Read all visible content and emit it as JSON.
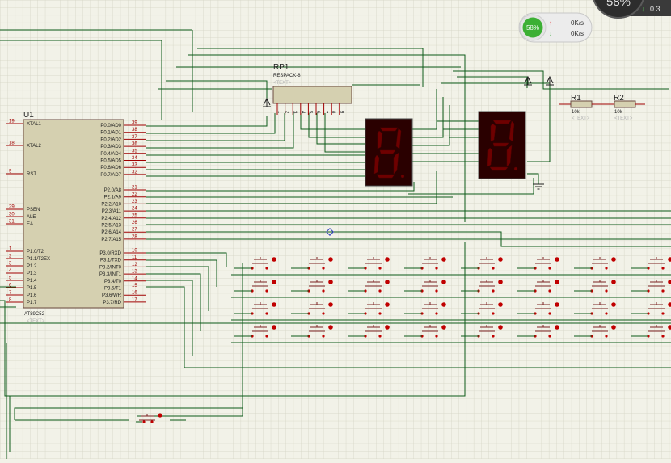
{
  "chip": {
    "ref": "U1",
    "part": "AT89C52",
    "placeholder": "<TEXT>",
    "left_pins": [
      {
        "num": "19",
        "name": "XTAL1"
      },
      {
        "num": "18",
        "name": "XTAL2"
      },
      {
        "num": "9",
        "name": "RST"
      },
      {
        "num": "29",
        "name": "PSEN"
      },
      {
        "num": "30",
        "name": "ALE"
      },
      {
        "num": "31",
        "name": "EA"
      },
      {
        "num": "1",
        "name": "P1.0/T2"
      },
      {
        "num": "2",
        "name": "P1.1/T2EX"
      },
      {
        "num": "3",
        "name": "P1.2"
      },
      {
        "num": "4",
        "name": "P1.3"
      },
      {
        "num": "5",
        "name": "P1.4"
      },
      {
        "num": "6",
        "name": "P1.5"
      },
      {
        "num": "7",
        "name": "P1.6"
      },
      {
        "num": "8",
        "name": "P1.7"
      }
    ],
    "right_pins": [
      {
        "num": "39",
        "name": "P0.0/AD0"
      },
      {
        "num": "38",
        "name": "P0.1/AD1"
      },
      {
        "num": "37",
        "name": "P0.2/AD2"
      },
      {
        "num": "36",
        "name": "P0.3/AD3"
      },
      {
        "num": "35",
        "name": "P0.4/AD4"
      },
      {
        "num": "34",
        "name": "P0.5/AD5"
      },
      {
        "num": "33",
        "name": "P0.6/AD6"
      },
      {
        "num": "32",
        "name": "P0.7/AD7"
      },
      {
        "num": "21",
        "name": "P2.0/A8"
      },
      {
        "num": "22",
        "name": "P2.1/A9"
      },
      {
        "num": "23",
        "name": "P2.2/A10"
      },
      {
        "num": "24",
        "name": "P2.3/A11"
      },
      {
        "num": "25",
        "name": "P2.4/A12"
      },
      {
        "num": "26",
        "name": "P2.5/A13"
      },
      {
        "num": "27",
        "name": "P2.6/A14"
      },
      {
        "num": "28",
        "name": "P2.7/A15"
      },
      {
        "num": "10",
        "name": "P3.0/RXD"
      },
      {
        "num": "11",
        "name": "P3.1/TXD"
      },
      {
        "num": "12",
        "name": "P3.2/INT0"
      },
      {
        "num": "13",
        "name": "P3.3/INT1"
      },
      {
        "num": "14",
        "name": "P3.4/T0"
      },
      {
        "num": "15",
        "name": "P3.5/T1"
      },
      {
        "num": "16",
        "name": "P3.6/WR"
      },
      {
        "num": "17",
        "name": "P3.7/RD"
      }
    ]
  },
  "rpack": {
    "ref": "RP1",
    "part": "RESPACK-8",
    "placeholder": "<TEXT>",
    "pins": [
      "1",
      "2",
      "3",
      "4",
      "5",
      "6",
      "7",
      "8",
      "9"
    ]
  },
  "resistors": [
    {
      "ref": "R1",
      "value": "10k",
      "placeholder": "<TEXT>"
    },
    {
      "ref": "R2",
      "value": "10k",
      "placeholder": "<TEXT>"
    }
  ],
  "displays": [
    {
      "digit": "8"
    },
    {
      "digit": "8"
    }
  ],
  "keypad": {
    "rows": 4,
    "cols": 8
  },
  "overlay": {
    "percent": "58%",
    "upload": "0K/s",
    "download": "0K/s",
    "corner_percent": "58%",
    "corner_speed": "0.3"
  },
  "colors": {
    "background": "#f2f2e8",
    "grid": "#d4d4c4",
    "wire": "#0c5a18",
    "pin": "#a00000",
    "segment_off": "#6e0000",
    "chip_fill": "#d5d0b0",
    "meter_green": "#3cb034"
  }
}
